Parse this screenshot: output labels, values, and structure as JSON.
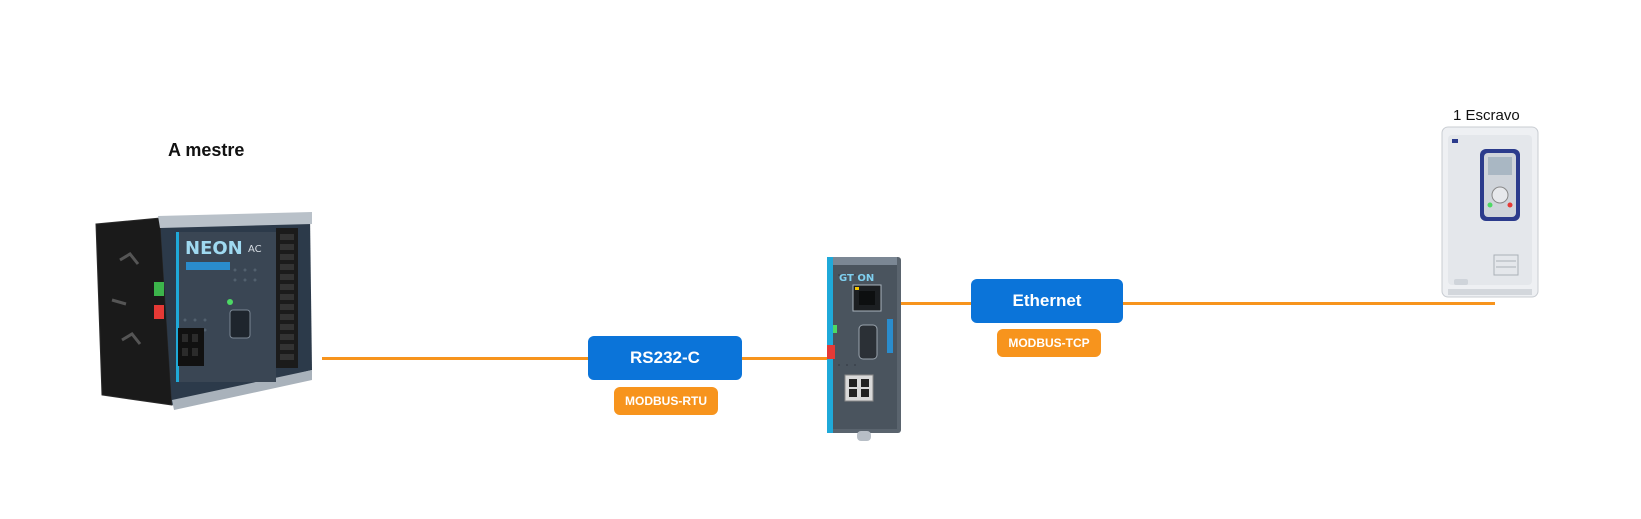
{
  "master": {
    "label": "A mestre",
    "brand": "NEON",
    "model": "AC"
  },
  "gateway": {
    "brand": "GT ON"
  },
  "slave": {
    "label": "1 Escravo"
  },
  "links": [
    {
      "name": "RS232-C",
      "protocol": "MODBUS-RTU"
    },
    {
      "name": "Ethernet",
      "protocol": "MODBUS-TCP"
    }
  ],
  "colors": {
    "wire": "#f7941d",
    "link_badge": "#0b74d9",
    "protocol_badge": "#f7941d"
  }
}
